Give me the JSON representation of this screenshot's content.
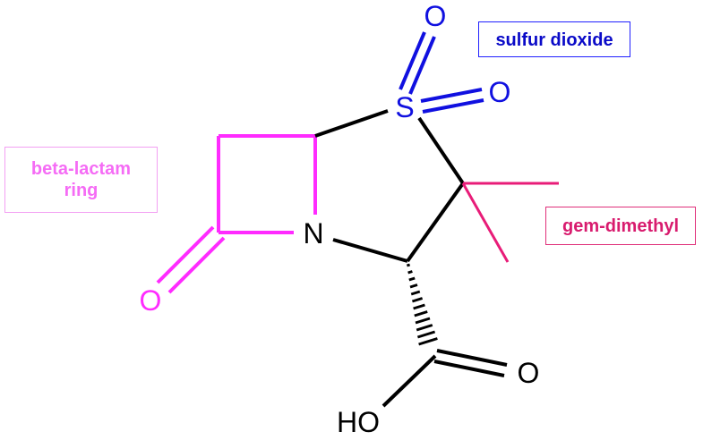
{
  "atoms": {
    "sulfur": "S",
    "nitrogen": "N",
    "sulfonyl_oxygen_top": "O",
    "sulfonyl_oxygen_right": "O",
    "carbonyl_oxygen_lactam": "O",
    "carbonyl_oxygen_acid": "O",
    "hydroxyl": "HO"
  },
  "callouts": {
    "sulfur_dioxide": "sulfur dioxide",
    "beta_lactam_line1": "beta-lactam",
    "beta_lactam_line2": "ring",
    "gem_dimethyl": "gem-dimethyl"
  },
  "colors": {
    "bond": "#000000",
    "sulfur_dioxide": "#1010e0",
    "sulfur_dioxide_text": "#0a0ac8",
    "beta_lactam": "#ff2bff",
    "beta_lactam_text": "#f56cf5",
    "gem_dimethyl": "#e81c78",
    "gem_dimethyl_text": "#d81b6e"
  }
}
